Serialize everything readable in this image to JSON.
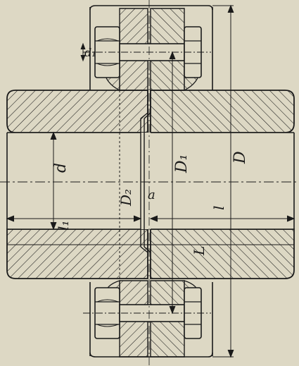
{
  "labels": {
    "d1": "d₁",
    "d": "d",
    "D1": "D₁",
    "D": "D",
    "D2": "D₂",
    "a": "a",
    "l1": "l₁",
    "l": "l",
    "L": "L"
  },
  "colors": {
    "paper": "#ddd8c4",
    "ink": "#1a1a1a"
  }
}
